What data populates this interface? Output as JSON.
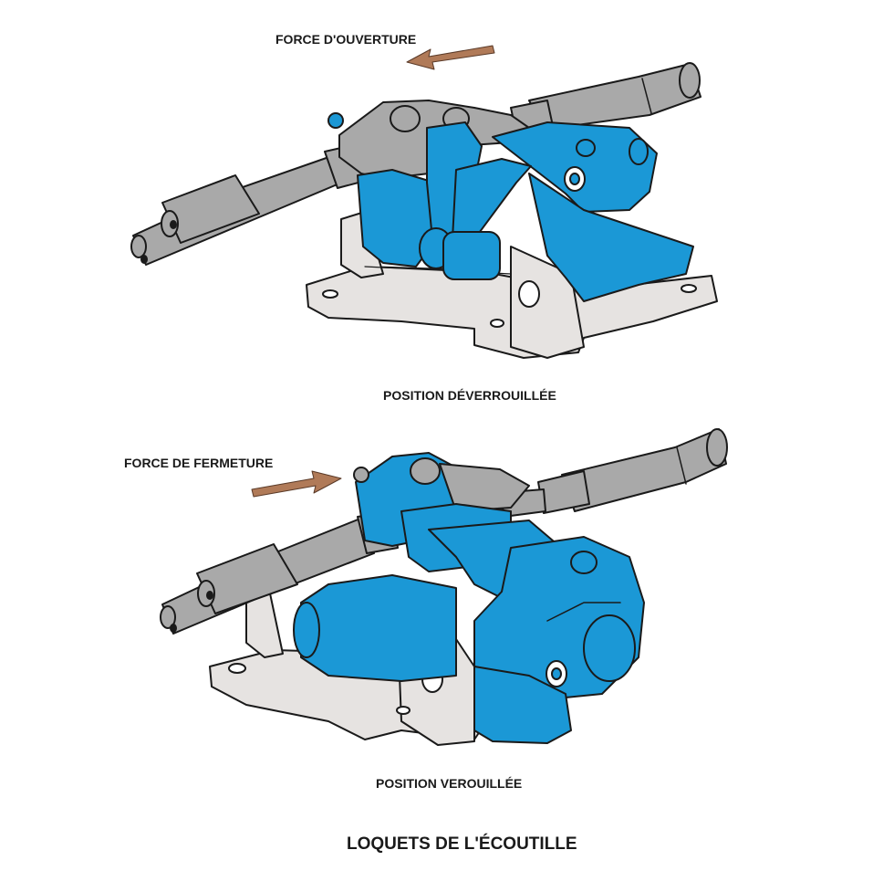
{
  "top_figure": {
    "force_label": "FORCE D'OUVERTURE",
    "caption": "POSITION DÉVERROUILLÉE"
  },
  "bottom_figure": {
    "force_label": "FORCE DE FERMETURE",
    "caption": "POSITION VEROUILLÉE"
  },
  "main_title": "LOQUETS DE L'ÉCOUTILLE",
  "colors": {
    "latch_blue": "#1b98d6",
    "rod_gray": "#a9a9a9",
    "base_light": "#e6e3e1",
    "arrow_brown": "#b07a58",
    "outline": "#1a1a1a"
  },
  "icons": [
    "arrow-left-icon",
    "arrow-right-icon"
  ]
}
